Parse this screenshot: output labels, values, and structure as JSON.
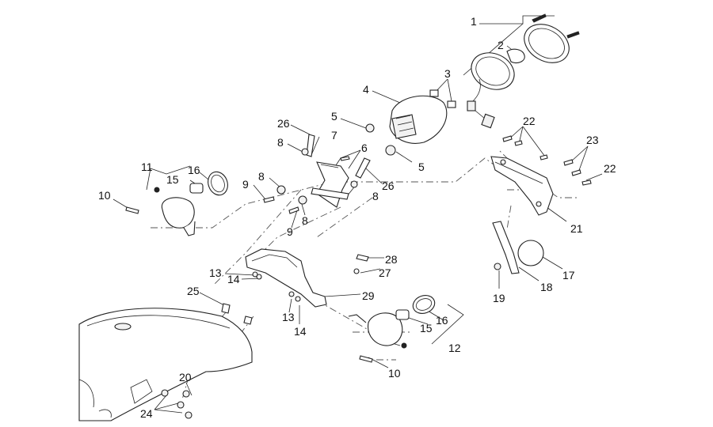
{
  "diagram": {
    "type": "exploded-parts-diagram",
    "callouts": [
      "1",
      "2",
      "3",
      "4",
      "5",
      "5",
      "6",
      "7",
      "8",
      "8",
      "8",
      "8",
      "9",
      "9",
      "10",
      "10",
      "11",
      "12",
      "13",
      "13",
      "14",
      "14",
      "15",
      "15",
      "16",
      "16",
      "17",
      "18",
      "19",
      "20",
      "21",
      "22",
      "22",
      "23",
      "24",
      "25",
      "26",
      "26",
      "27",
      "28",
      "29"
    ],
    "colors": {
      "line": "#222222",
      "dash": "#555555",
      "background": "#ffffff"
    }
  }
}
